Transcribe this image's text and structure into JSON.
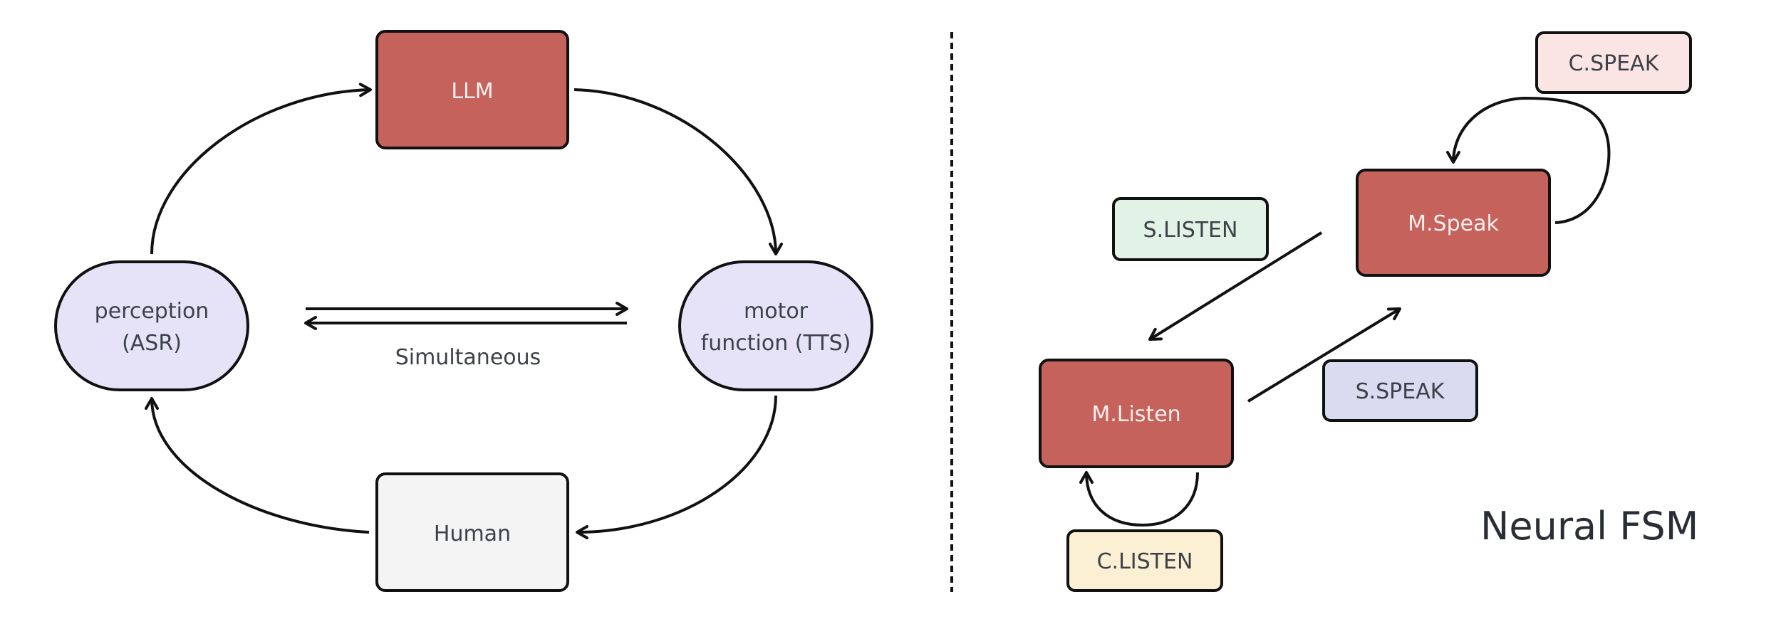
{
  "colors": {
    "red_node": "#c4625b",
    "human_node": "#f4f4f4",
    "stadium_node": "#e6e3f8",
    "c_speak": "#fbe4e4",
    "s_listen": "#e2f2e6",
    "s_speak": "#d9dcf1",
    "c_listen": "#fbf0d3",
    "stroke": "#111111",
    "dark_text": "#3c4049",
    "light_text": "#fbeeee"
  },
  "left_panel": {
    "llm": "LLM",
    "human": "Human",
    "perception": [
      "perception",
      "(ASR)"
    ],
    "motor": [
      "motor",
      "function (TTS)"
    ],
    "simultaneous": "Simultaneous"
  },
  "right_panel": {
    "m_speak": "M.Speak",
    "m_listen": "M.Listen",
    "c_speak": "C.SPEAK",
    "s_listen": "S.LISTEN",
    "s_speak": "S.SPEAK",
    "c_listen": "C.LISTEN",
    "title": "Neural FSM"
  }
}
